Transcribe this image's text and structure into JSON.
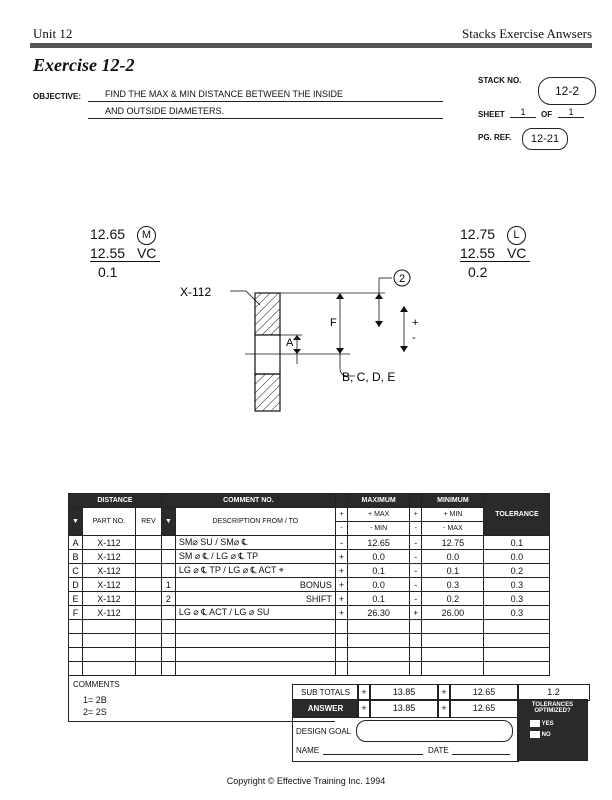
{
  "header": {
    "unit": "Unit 12",
    "title": "Stacks Exercise Anwsers"
  },
  "exercise": {
    "title": "Exercise 12-2",
    "objective_label": "OBJECTIVE:",
    "objective_line1": "FIND THE MAX & MIN DISTANCE BETWEEN THE INSIDE",
    "objective_line2": "AND OUTSIDE DIAMETERS."
  },
  "meta": {
    "stack_label": "STACK NO.",
    "stack_value": "12-2",
    "sheet_label": "SHEET",
    "sheet_value": "1",
    "of_label": "OF",
    "of_value": "1",
    "pgref_label": "PG. REF.",
    "pgref_value": "12-21"
  },
  "drawing": {
    "left_dim": {
      "top": "12.65",
      "mod": "M",
      "bottom": "12.55",
      "suffix": "VC",
      "tol": "0.1"
    },
    "right_dim": {
      "top": "12.75",
      "mod": "L",
      "bottom": "12.55",
      "suffix": "VC",
      "tol": "0.2"
    },
    "part_label": "X-112",
    "label_F": "F",
    "label_A": "A",
    "balloon": "2",
    "plus": "+",
    "minus": "-",
    "leader_label": "B, C, D, E"
  },
  "table": {
    "headers": {
      "distance": "DISTANCE",
      "comment_no": "COMMENT NO.",
      "part_no": "PART NO.",
      "rev": "REV",
      "description": "DESCRIPTION FROM / TO",
      "maximum": "MAXIMUM",
      "max_plus": "+  MAX",
      "max_minus": "-  MIN",
      "minimum": "MINIMUM",
      "min_plus": "+  MIN",
      "min_minus": "-  MAX",
      "tolerance": "TOLERANCE"
    },
    "rows": [
      {
        "id": "A",
        "part": "X-112",
        "rev": "",
        "comment": "",
        "desc": "SM⌀ SU / SM⌀ ℄",
        "sign1": "-",
        "max": "12.65",
        "sign2": "-",
        "min": "12.75",
        "tol": "0.1"
      },
      {
        "id": "B",
        "part": "X-112",
        "rev": "",
        "comment": "",
        "desc": "SM ⌀ ℄ / LG ⌀ ℄ TP",
        "sign1": "+",
        "max": "0.0",
        "sign2": "-",
        "min": "0.0",
        "tol": "0.0"
      },
      {
        "id": "C",
        "part": "X-112",
        "rev": "",
        "comment": "",
        "desc": "LG ⌀ ℄ TP / LG ⌀ ℄ ACT  ⌖",
        "sign1": "+",
        "max": "0.1",
        "sign2": "-",
        "min": "0.1",
        "tol": "0.2"
      },
      {
        "id": "D",
        "part": "X-112",
        "rev": "",
        "comment": "1",
        "desc": "BONUS",
        "sign1": "+",
        "max": "0.0",
        "sign2": "-",
        "min": "0.3",
        "tol": "0.3"
      },
      {
        "id": "E",
        "part": "X-112",
        "rev": "",
        "comment": "2",
        "desc": "SHIFT",
        "sign1": "+",
        "max": "0.1",
        "sign2": "-",
        "min": "0.2",
        "tol": "0.3"
      },
      {
        "id": "F",
        "part": "X-112",
        "rev": "",
        "comment": "",
        "desc": "LG ⌀ ℄ ACT / LG ⌀ SU",
        "sign1": "+",
        "max": "26.30",
        "sign2": "+",
        "min": "26.00",
        "tol": "0.3"
      }
    ],
    "comments_label": "COMMENTS",
    "comments": [
      "1=  2B",
      "2=  2S"
    ],
    "subtotals_label": "SUB TOTALS",
    "subtotal_max_sign": "+",
    "subtotal_max": "13.85",
    "subtotal_min_sign": "+",
    "subtotal_min": "12.65",
    "subtotal_tol": "1.2",
    "answer_label": "ANSWER",
    "answer_max_sign": "+",
    "answer_max": "13.85",
    "answer_min_sign": "+",
    "answer_min": "12.65",
    "tol_opt_label": "TOLERANCES OPTIMIZED?",
    "yes_label": "YES",
    "no_label": "NO",
    "design_goal_label": "DESIGN GOAL",
    "name_label": "NAME",
    "date_label": "DATE"
  },
  "footer": {
    "copyright": "Copyright © Effective Training Inc. 1994"
  }
}
